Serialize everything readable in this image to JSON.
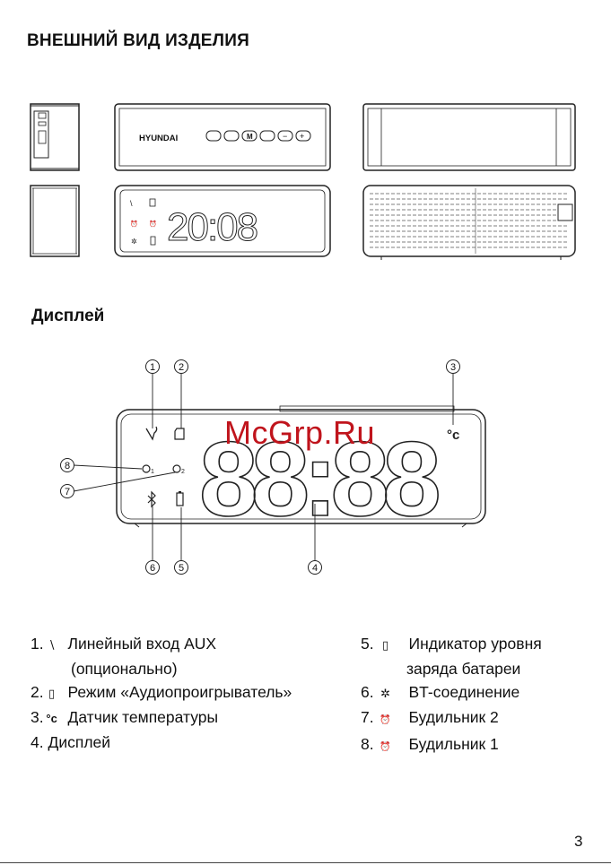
{
  "section_title": "ВНЕШНИЙ ВИД ИЗДЕЛИЯ",
  "device": {
    "brand": "HYUNDAI",
    "clock_small": "20:08"
  },
  "display_section_title": "Дисплей",
  "display_clock": "88:88",
  "display_temp_unit": "°c",
  "callouts": [
    "1",
    "2",
    "3",
    "4",
    "5",
    "6",
    "7",
    "8"
  ],
  "watermark": "McGrp.Ru",
  "legend": {
    "left": [
      {
        "num": "1.",
        "icon": "aux-icon",
        "glyph": "∖",
        "text": "Линейный вход AUX"
      },
      {
        "num": "",
        "icon": "",
        "glyph": "",
        "text": "(опционально)"
      },
      {
        "num": "2.",
        "icon": "sd-card-icon",
        "glyph": "▯",
        "text": "Режим «Аудиопроигрыватель»"
      },
      {
        "num": "3.",
        "icon": "celsius-icon",
        "glyph": "°c",
        "text": "Датчик температуры"
      },
      {
        "num": "4.",
        "icon": "",
        "glyph": "",
        "text": "Дисплей"
      }
    ],
    "right": [
      {
        "num": "5.",
        "icon": "battery-icon",
        "glyph": "▯",
        "text": "Индикатор уровня"
      },
      {
        "num": "",
        "icon": "",
        "glyph": "",
        "text": "заряда батареи"
      },
      {
        "num": "6.",
        "icon": "bluetooth-icon",
        "glyph": "✲",
        "text": "BT-соединение"
      },
      {
        "num": "7.",
        "icon": "alarm-1-icon",
        "glyph": "⏰",
        "text": "Будильник 2"
      },
      {
        "num": "8.",
        "icon": "alarm-2-icon",
        "glyph": "⏰",
        "text": "Будильник 1"
      }
    ]
  },
  "page_number": "3"
}
